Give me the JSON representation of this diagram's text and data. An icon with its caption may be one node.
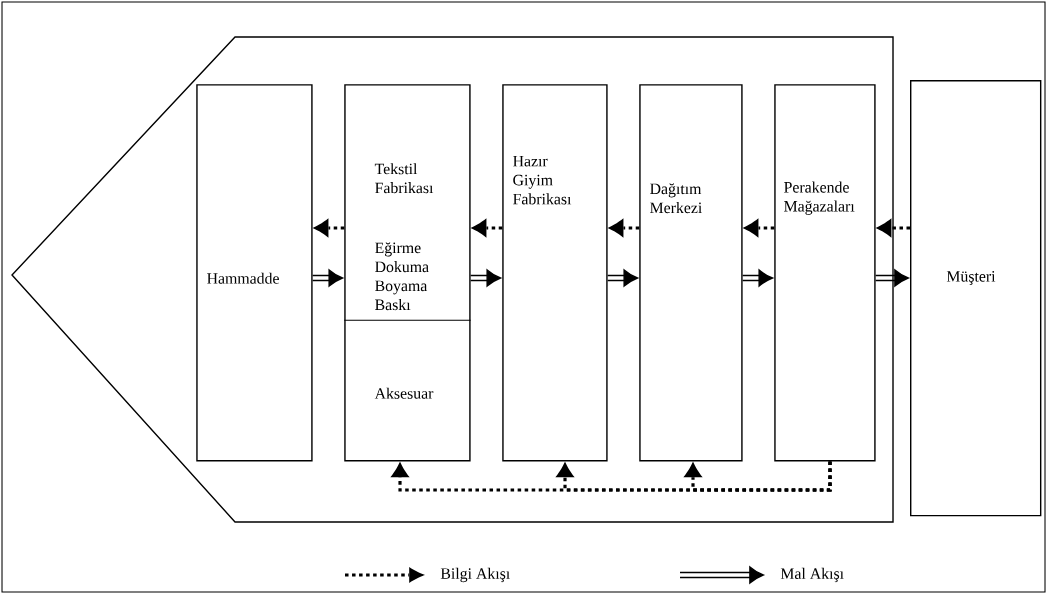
{
  "diagram": {
    "nodes": [
      {
        "text": [],
        "shape": "pentagon"
      },
      {
        "text": [
          "Hammadde"
        ],
        "in": 0
      },
      {
        "text": [
          "Tekstil Fabrikası",
          "Eğirme Dokuma Boyama Baskı",
          "Aksesuar"
        ],
        "in": 0
      },
      {
        "text": [
          "Hazır Giyim Fabrikası"
        ],
        "in": 0
      },
      {
        "text": [
          "Dağıtım Merkezi"
        ],
        "in": 0
      },
      {
        "text": [
          "Perakende Mağazaları"
        ],
        "in": 0
      },
      {
        "text": [
          "Müşteri"
        ]
      }
    ],
    "edges": [
      {
        "from": 1,
        "to": 2,
        "arrow": "to"
      },
      {
        "from": 2,
        "to": 3,
        "arrow": "to"
      },
      {
        "from": 3,
        "to": 4,
        "arrow": "to"
      },
      {
        "from": 4,
        "to": 5,
        "arrow": "to"
      },
      {
        "from": 5,
        "to": 6,
        "arrow": "to"
      },
      {
        "from": 2,
        "to": 1,
        "arrow": "to",
        "style": "dashed"
      },
      {
        "from": 3,
        "to": 2,
        "arrow": "to",
        "style": "dashed"
      },
      {
        "from": 4,
        "to": 3,
        "arrow": "to",
        "style": "dashed"
      },
      {
        "from": 5,
        "to": 4,
        "arrow": "to",
        "style": "dashed"
      },
      {
        "from": 6,
        "to": 5,
        "arrow": "to",
        "style": "dashed"
      },
      {
        "from": 5,
        "to": 4,
        "arrow": "to",
        "style": "dashed"
      },
      {
        "from": 5,
        "to": 3,
        "arrow": "to",
        "style": "dashed"
      },
      {
        "from": 5,
        "to": 2,
        "arrow": "to",
        "style": "dashed"
      }
    ],
    "legend": [
      {
        "text": "Bilgi Akışı"
      },
      {
        "text": "Mal Akışı"
      }
    ]
  }
}
